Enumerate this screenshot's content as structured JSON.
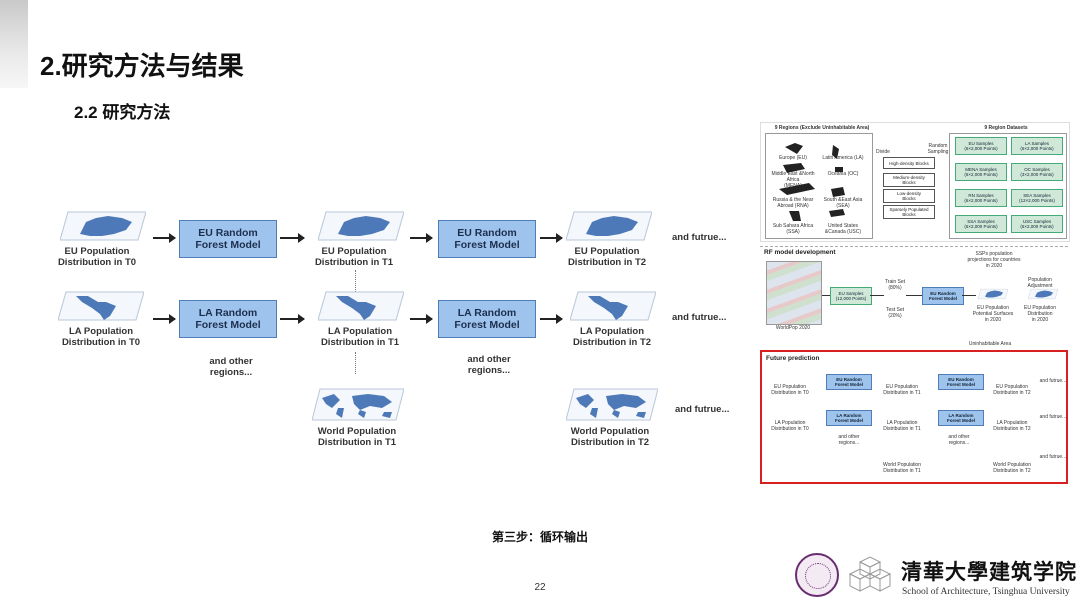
{
  "slide": {
    "title": "2.研究方法与结果",
    "subtitle": "2.2 研究方法",
    "caption": "第三步：循环输出",
    "page_number": "22"
  },
  "diagram": {
    "rows": [
      {
        "t0": "EU Population\nDistribution in T0",
        "model1": "EU Random\nForest Model",
        "t1": "EU Population\nDistribution in T1",
        "model2": "EU Random\nForest Model",
        "t2": "EU Population\nDistribution in T2",
        "cont": "and futrue..."
      },
      {
        "t0": "LA Population\nDistribution in T0",
        "model1": "LA Random\nForest Model",
        "t1": "LA Population\nDistribution in T1",
        "model2": "LA Random\nForest Model",
        "t2": "LA Population\nDistribution in T2",
        "cont": "and futrue..."
      }
    ],
    "other_regions_1": "and other\nregions...",
    "other_regions_2": "and other\nregions...",
    "world_t1": "World Population\nDistribution in T1",
    "world_t2": "World Population\nDistribution in T2",
    "world_cont": "and futrue..."
  },
  "thumbnail": {
    "top_left_title": "9 Regions (Exclude Uninhabitable Area)",
    "top_right_title": "9 Region Datasets",
    "divide": "Divide",
    "random_sampling": "Random\nSampling",
    "region_names": [
      "Europe (EU)",
      "Latin America (LA)",
      "Middle East &North Africa\n(MENA)",
      "Oceania (OC)",
      "Russia & the Near\nAbroad (RNA)",
      "South &East Asia\n(SEA)",
      "Sub Sahara Africa\n(SSA)",
      "United States\n&Canada (USC)"
    ],
    "density_blocks": [
      "High-density Blocks",
      "Medium-density\nBlocks",
      "Low-density\nBlocks",
      "Sparsely Populated\nBlocks"
    ],
    "samples": [
      "EU Samples\n(6×2,000 Points)",
      "LA Samples\n(6×2,000 Points)",
      "MENA Samples\n(6×2,000 Points)",
      "OC Samples\n(3×2,000 Points)",
      "RN Samples\n(6×2,000 Points)",
      "SEA Samples\n(12×2,000 Points)",
      "SSA Samples\n(6×2,000 Points)",
      "USC Samples\n(6×2,000 Points)"
    ],
    "rf_title": "RF model development",
    "eu_samples": "EU Samples\n(12,000 Points)",
    "train_set": "Train Set\n(80%)",
    "test_set": "Test Set\n(20%)",
    "eu_rf": "EU Random\nForest Model",
    "ssp": "SSPs population\nprojections for countries\nin 2020",
    "pop_adjust": "Population\nAdjustment",
    "eu_potential": "EU Population\nPotential Surfaces\nin 2020",
    "eu_dist_2020": "EU Population\nDistribution\nin 2020",
    "uninhabitable": "Uninhabitable Area",
    "worldpop": "WorldPop 2020",
    "future_title": "Future prediction",
    "mini_and_futrue": "and futrue..."
  },
  "footer": {
    "university_cn": "清華大學建筑学院",
    "university_en": "School of Architecture, Tsinghua University"
  },
  "colors": {
    "model_box": "#9ec3ec",
    "model_border": "#4f7db8",
    "highlight_border": "#d92020",
    "sample_box": "#cfe8d8"
  }
}
